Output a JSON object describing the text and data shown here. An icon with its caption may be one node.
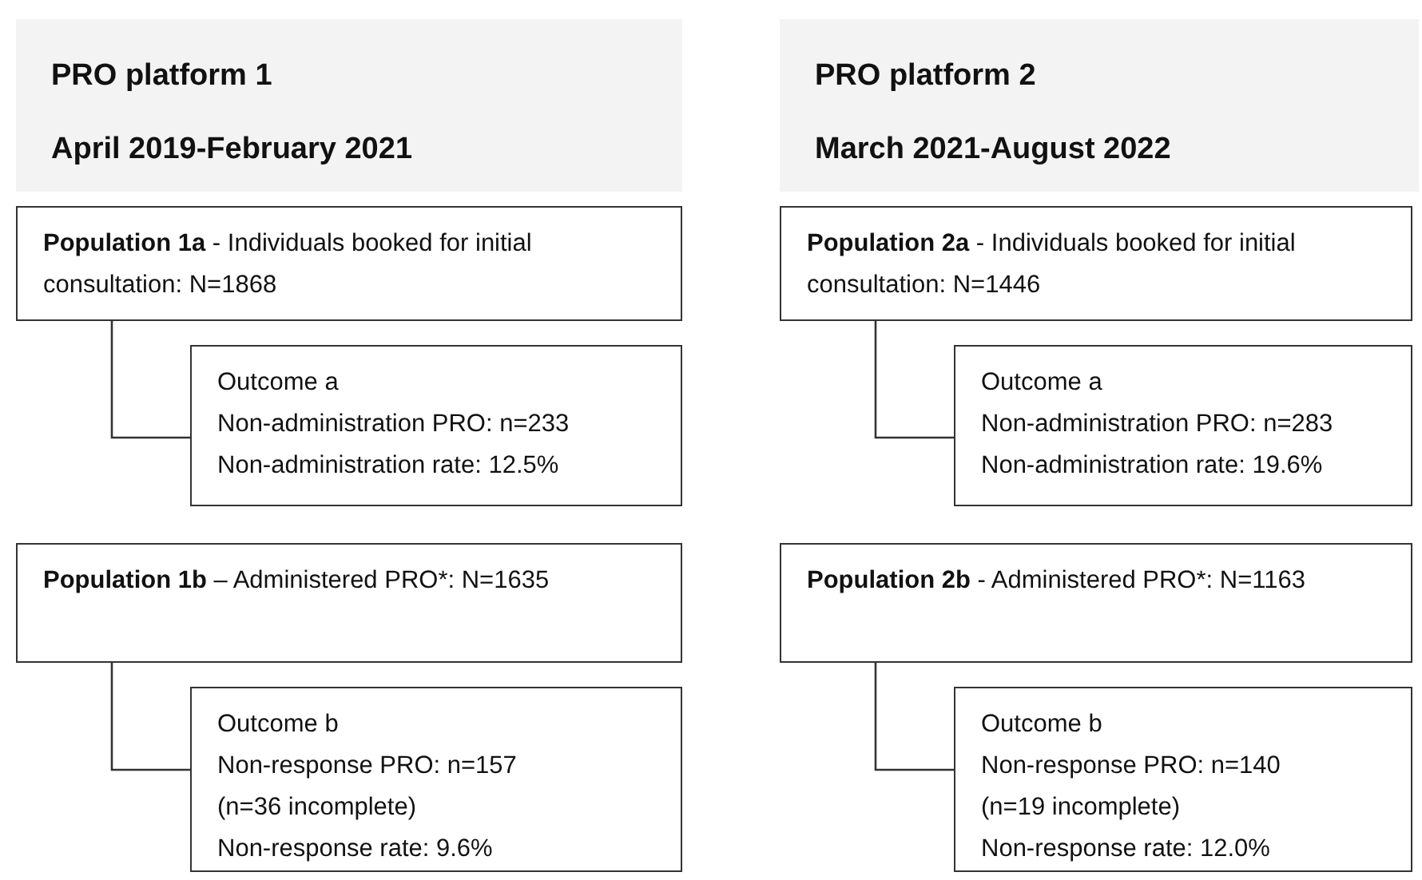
{
  "diagram": {
    "nodes": [
      {
        "text": [
          "PRO platform 1",
          "April 2019-February 2021"
        ]
      },
      {
        "text": [
          "**Population 1a** - Individuals booked for initial consultation: N=1868"
        ]
      },
      {
        "text": [
          "Outcome a",
          "Non-administration PRO: n=233",
          "Non-administration rate: 12.5%"
        ]
      },
      {
        "text": [
          "**Population 1b** – Administered PRO*: N=1635"
        ]
      },
      {
        "text": [
          "Outcome b",
          "Non-response PRO: n=157",
          "(n=36 incomplete)",
          "Non-response rate: 9.6%"
        ]
      },
      {
        "text": [
          "PRO platform 2",
          "March 2021-August 2022"
        ]
      },
      {
        "text": [
          "**Population 2a** - Individuals booked for initial consultation: N=1446"
        ]
      },
      {
        "text": [
          "Outcome a",
          "Non-administration PRO: n=283",
          "Non-administration rate: 19.6%"
        ]
      },
      {
        "text": [
          "**Population 2b** - Administered PRO*: N=1163"
        ]
      },
      {
        "text": [
          "Outcome b",
          "Non-response PRO: n=140",
          "(n=19 incomplete)",
          "Non-response rate: 12.0%"
        ]
      }
    ],
    "edges": [
      {
        "from": 1,
        "to": 2,
        "arrow": "none"
      },
      {
        "from": 3,
        "to": 4,
        "arrow": "none"
      },
      {
        "from": 6,
        "to": 7,
        "arrow": "none"
      },
      {
        "from": 8,
        "to": 9,
        "arrow": "none"
      }
    ]
  }
}
